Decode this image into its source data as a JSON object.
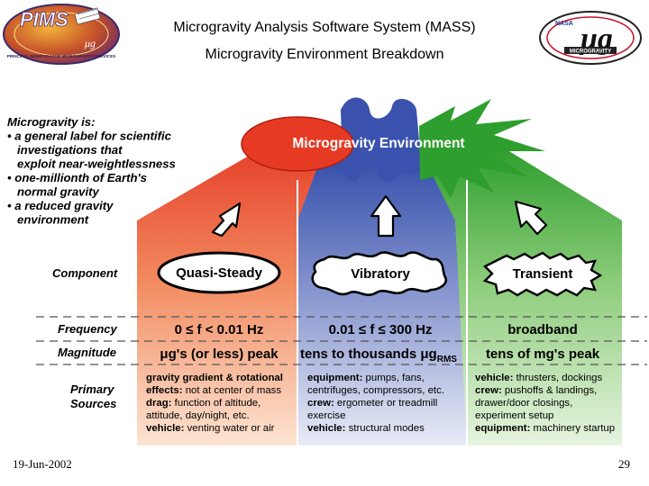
{
  "header": {
    "title_line1": "Microgravity Analysis Software System (MASS)",
    "title_line2": "Microgravity Environment Breakdown",
    "left_logo": {
      "icon": "pims-logo",
      "text": "PIMS",
      "sub": "μg",
      "ring_text": "PRINCIPAL INVESTIGATOR MICROGRAVITY SERVICES"
    },
    "right_logo": {
      "icon": "nasa-microgravity-logo",
      "agency": "NASA",
      "mark": "μg",
      "caption": "MICROGRAVITY"
    }
  },
  "definition": {
    "heading": "Microgravity is:",
    "bullets": [
      [
        "• a general label for scientific",
        "investigations that",
        "exploit near-weightlessness"
      ],
      [
        "• one-millionth of Earth's",
        "normal gravity"
      ],
      [
        "• a reduced gravity",
        "environment"
      ]
    ]
  },
  "environment_label": "Microgravity Environment",
  "row_labels": {
    "component": "Component",
    "frequency": "Frequency",
    "magnitude": "Magnitude",
    "sources_line1": "Primary",
    "sources_line2": "Sources"
  },
  "components": [
    {
      "name": "Quasi-Steady",
      "color": "#e8502a",
      "frequency": "0 ≤ f < 0.01 Hz",
      "magnitude": "μg's (or less) peak",
      "sources": [
        [
          {
            "b": "gravity gradient & rotational"
          }
        ],
        [
          {
            "b": "effects: "
          },
          {
            "t": "not at center of mass"
          }
        ],
        [
          {
            "b": "drag: "
          },
          {
            "t": "function of altitude,"
          }
        ],
        [
          {
            "t": "attitude, day/night, etc."
          }
        ],
        [
          {
            "b": "vehicle: "
          },
          {
            "t": "venting water or air"
          }
        ]
      ]
    },
    {
      "name": "Vibratory",
      "color": "#3a55b0",
      "frequency": "0.01 ≤ f ≤ 300 Hz",
      "magnitude": "tens to thousands μg",
      "magnitude_sub": "RMS",
      "sources": [
        [
          {
            "b": "equipment: "
          },
          {
            "t": "pumps, fans,"
          }
        ],
        [
          {
            "t": "centrifuges, compressors, etc."
          }
        ],
        [
          {
            "b": "crew: "
          },
          {
            "t": "ergometer or treadmill"
          }
        ],
        [
          {
            "t": "exercise"
          }
        ],
        [
          {
            "b": "vehicle: "
          },
          {
            "t": "structural modes"
          }
        ]
      ]
    },
    {
      "name": "Transient",
      "color": "#3aa83a",
      "frequency": "broadband",
      "magnitude": "tens of mg's peak",
      "sources": [
        [
          {
            "b": "vehicle: "
          },
          {
            "t": "thrusters, dockings"
          }
        ],
        [
          {
            "b": "crew: "
          },
          {
            "t": "pushoffs & landings,"
          }
        ],
        [
          {
            "t": "drawer/door closings,"
          }
        ],
        [
          {
            "t": "experiment setup"
          }
        ],
        [
          {
            "b": "equipment: "
          },
          {
            "t": "machinery startup"
          }
        ]
      ]
    }
  ],
  "footer": {
    "date": "19-Jun-2002",
    "page": "29"
  }
}
